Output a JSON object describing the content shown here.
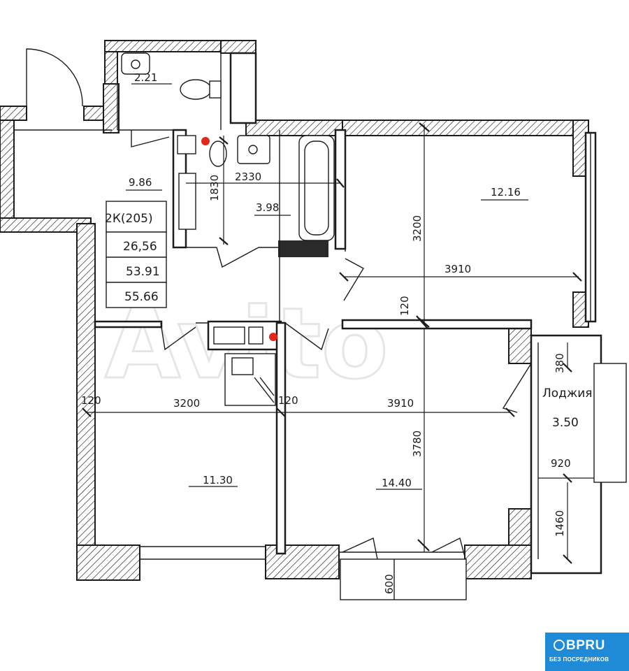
{
  "room_areas": {
    "wc": "2.21",
    "hall": "9.86",
    "bath": "3.98",
    "bedroom_top": "12.16",
    "kitchen": "11.30",
    "living": "14.40",
    "loggia_label": "Лоджия",
    "loggia_area": "3.50"
  },
  "summary": {
    "type": "2К(205)",
    "living_area": "26,56",
    "total_area": "53.91",
    "area_with_loggia": "55.66"
  },
  "dimensions": {
    "bath_width": "2330",
    "bath_depth": "1830",
    "bedroom_depth": "3200",
    "bedroom_width": "3910",
    "partition": "120",
    "kitchen_width": "3200",
    "living_width": "3910",
    "living_depth": "3780",
    "loggia_top": "380",
    "loggia_width": "920",
    "loggia_depth": "1460",
    "bay": "600",
    "left_stub_kitchen": "120",
    "left_stub_living": "120"
  },
  "watermark": "Avito",
  "logo": {
    "brand": "BPRU",
    "tagline": "БЕЗ ПОСРЕДНИКОВ",
    "icon": "people-icon",
    "color": "#1f8ad6"
  },
  "markers": {
    "color": "#e0281e",
    "icon": "riser-dot-icon"
  }
}
